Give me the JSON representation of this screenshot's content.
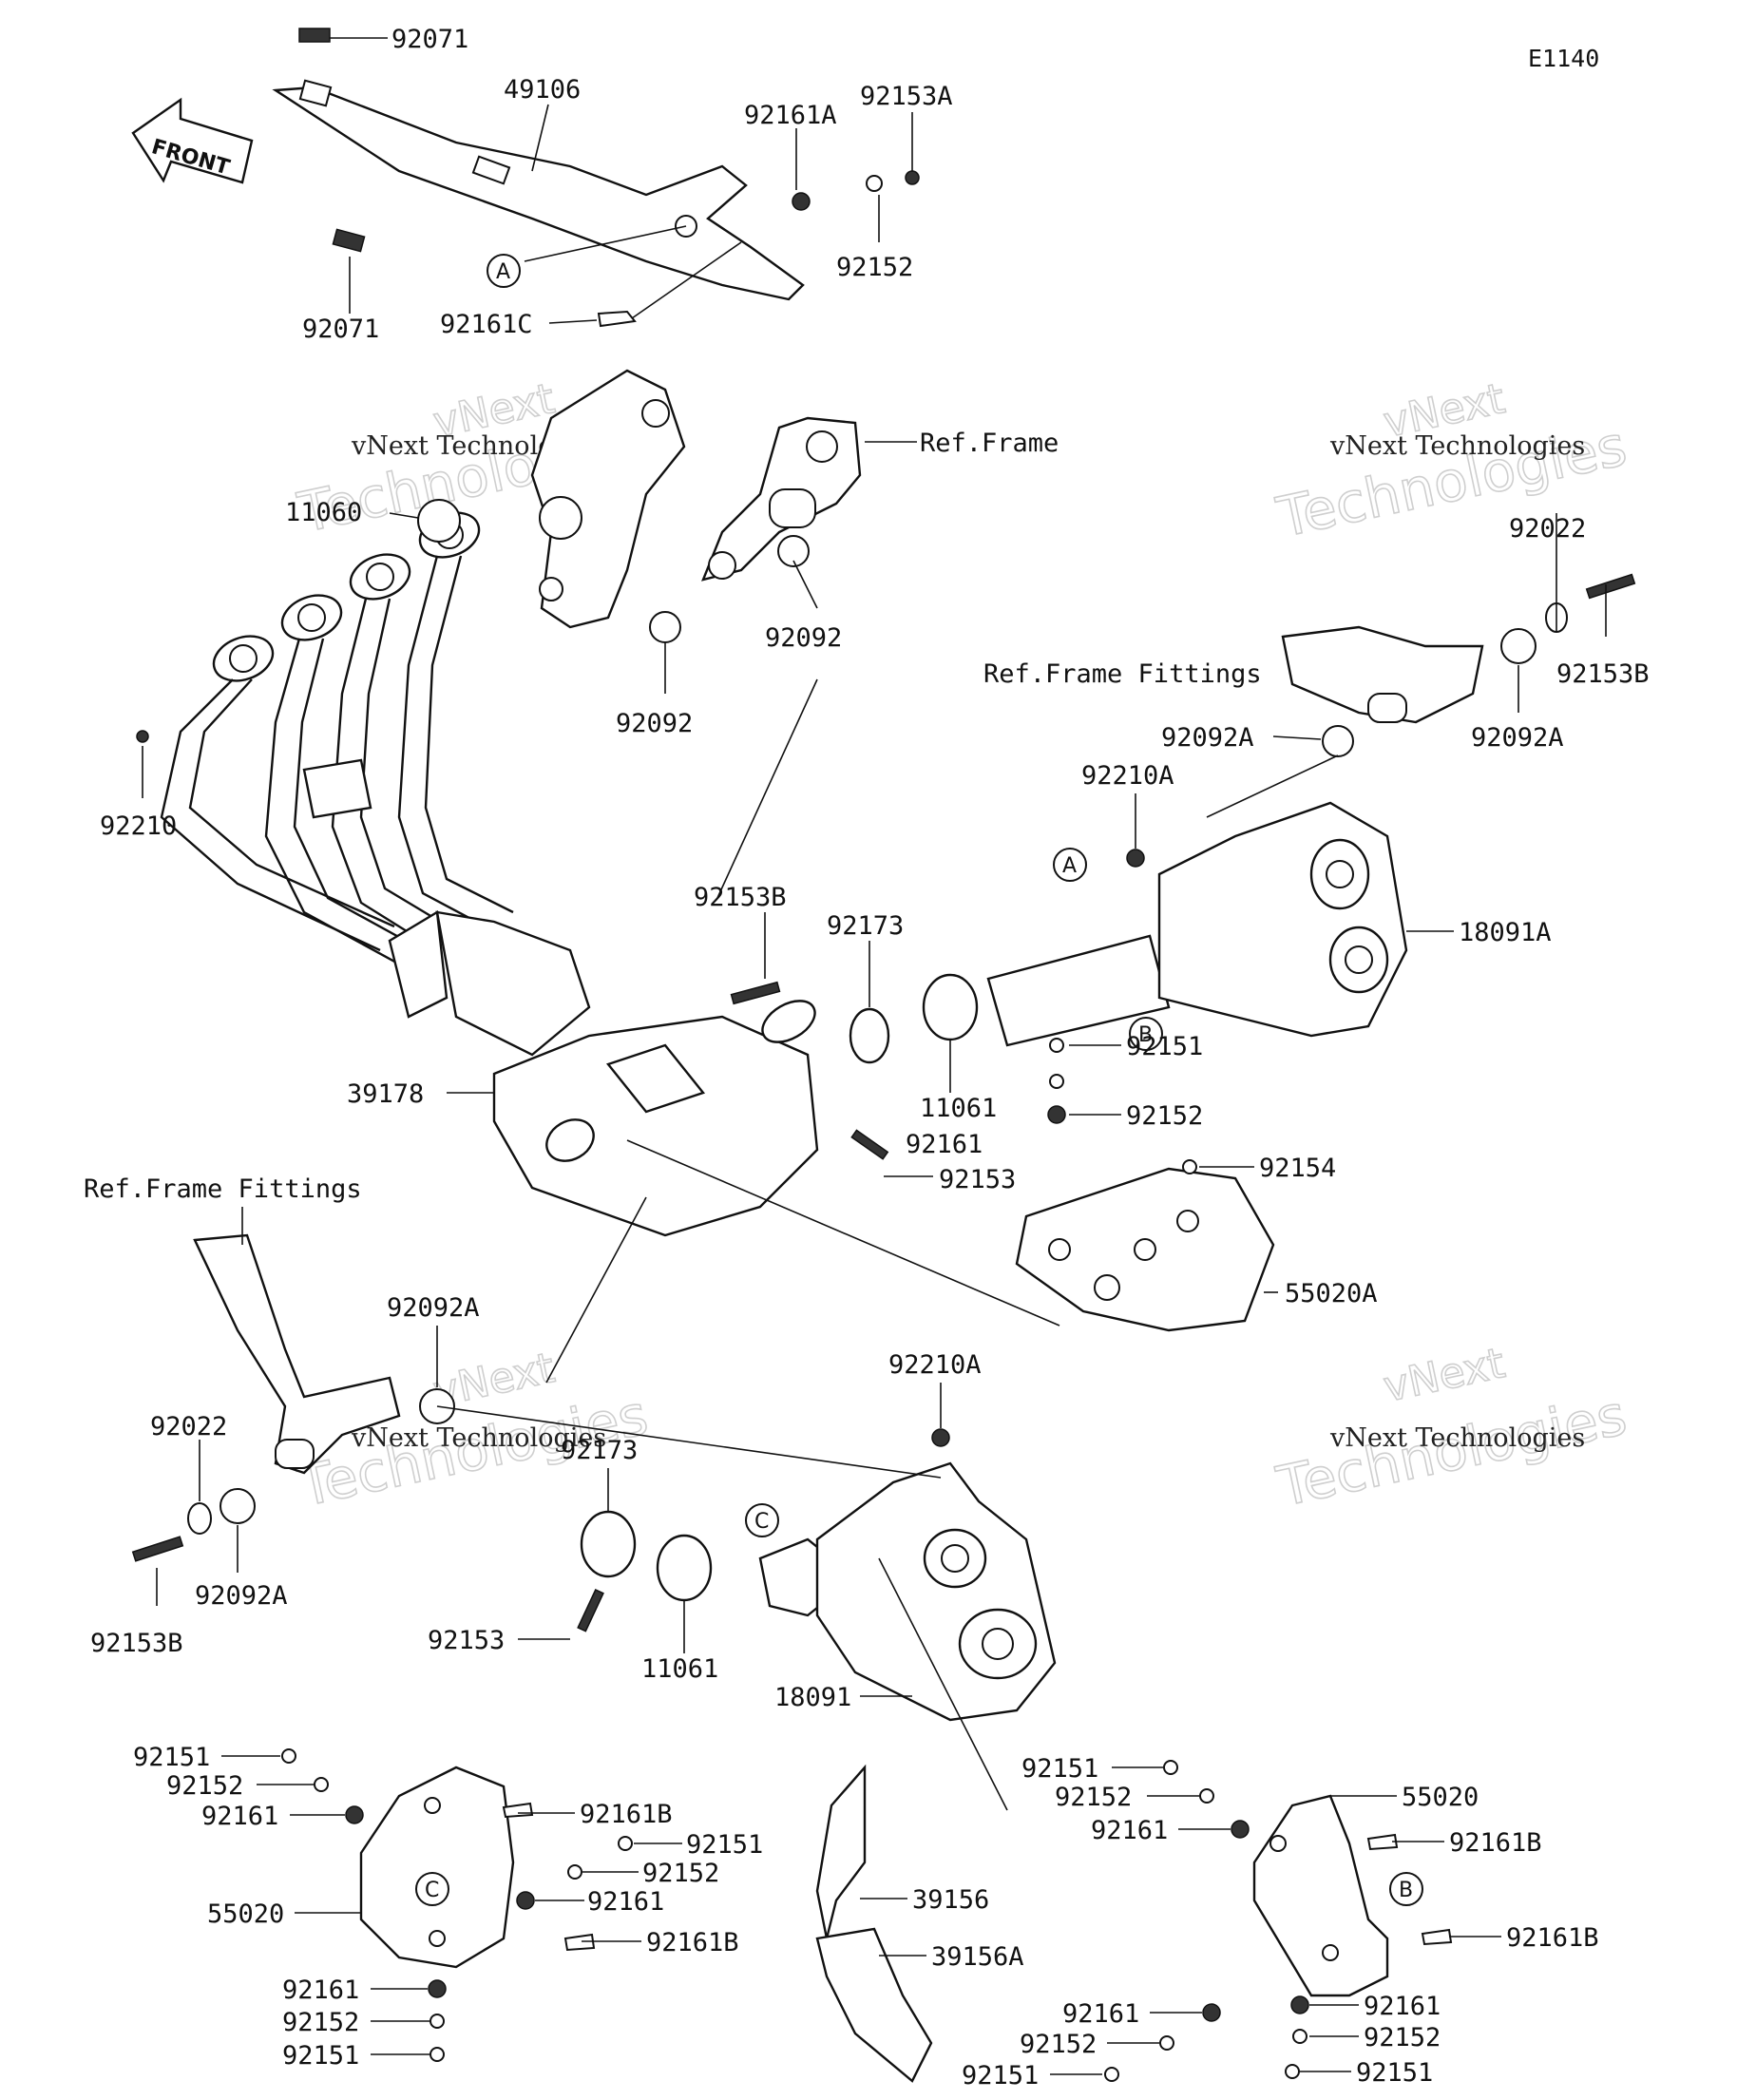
{
  "diagram_code": "E1140",
  "front_arrow_label": "FRONT",
  "watermarks": [
    {
      "line1": "vNext",
      "line2": "Technologies",
      "caption": "vNext Technologies"
    },
    {
      "line1": "vNext",
      "line2": "Technologies",
      "caption": "vNext Technologies"
    },
    {
      "line1": "vNext",
      "line2": "Technologies",
      "caption": "vNext Technologies"
    },
    {
      "line1": "vNext",
      "line2": "Technologies",
      "caption": "vNext Technologies"
    }
  ],
  "ref_markers": [
    "A",
    "A",
    "B",
    "C",
    "C",
    "B"
  ],
  "labels": {
    "l92071a": "92071",
    "l49106": "49106",
    "l92161A": "92161A",
    "l92153A": "92153A",
    "l92152a": "92152",
    "l92071b": "92071",
    "l92161C": "92161C",
    "lRefFrame": "Ref.Frame",
    "l11060": "11060",
    "l92092a": "92092",
    "l92092b": "92092",
    "l92210": "92210",
    "l92022a": "92022",
    "lRefFF1": "Ref.Frame Fittings",
    "l92153Ba": "92153B",
    "l92092Aa": "92092A",
    "l92092Ab": "92092A",
    "l92210Aa": "92210A",
    "l18091A": "18091A",
    "l92153Bb": "92153B",
    "l92173a": "92173",
    "l39178": "39178",
    "l11061a": "11061",
    "l92151a": "92151",
    "l92152b": "92152",
    "l92161a": "92161",
    "l92153a": "92153",
    "l92154": "92154",
    "l55020A": "55020A",
    "lRefFF2": "Ref.Frame Fittings",
    "l92092Ac": "92092A",
    "l92210Ab": "92210A",
    "l92022b": "92022",
    "l92173b": "92173",
    "l92092Ad": "92092A",
    "l92153Bc": "92153B",
    "l92153b": "92153",
    "l11061b": "11061",
    "l18091": "18091",
    "l92151b": "92151",
    "l92152c": "92152",
    "l92161b": "92161",
    "l92161Ba": "92161B",
    "l92151c": "92151",
    "l92152d": "92152",
    "l55020a": "55020",
    "l92161c": "92161",
    "l92161Bb": "92161B",
    "l92161d": "92161",
    "l92152e": "92152",
    "l92151d": "92151",
    "l39156": "39156",
    "l39156A": "39156A",
    "l92151e": "92151",
    "l92152f": "92152",
    "l92161e": "92161",
    "l55020b": "55020",
    "l92161Bc": "92161B",
    "l92161Bd": "92161B",
    "l92161f": "92161",
    "l92161g": "92161",
    "l92152g": "92152",
    "l92152h": "92152",
    "l92151f": "92151",
    "l92151g": "92151"
  }
}
